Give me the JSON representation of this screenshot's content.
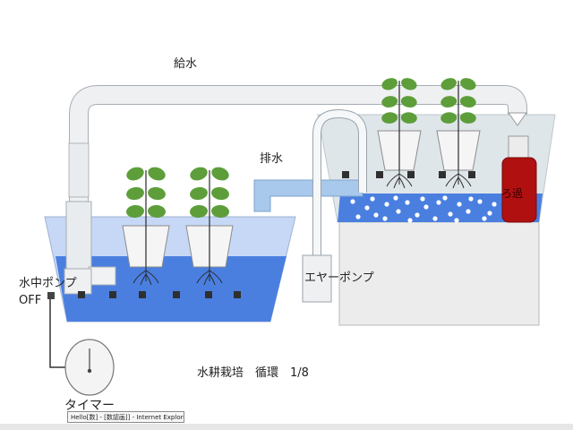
{
  "labels": {
    "supply": "給水",
    "drain": "排水",
    "pump_name": "水中ポンプ",
    "pump_state": "OFF",
    "air_pump": "エヤーポンプ",
    "filter": "ろ過",
    "timer": "タイマー",
    "caption": "水耕栽培　循環　1/8"
  },
  "tooltip": "Hello[数] - [数認画]] - Internet Explorer",
  "colors": {
    "water": "#4a7fe0",
    "water_light": "#c6d8f6",
    "pipe": "#d9dee6",
    "drain_pipe": "#a8c8ec",
    "filter": "#b01010",
    "leaf": "#5d9e3a",
    "tank_grey": "#e8eaed"
  }
}
